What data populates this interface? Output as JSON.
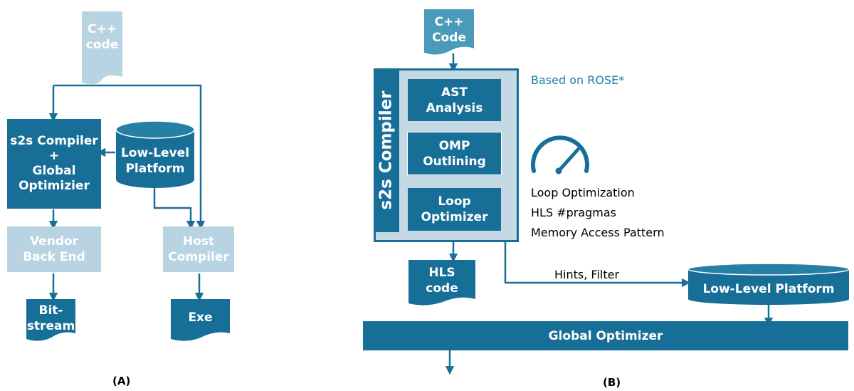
{
  "panel_a": {
    "label": "(A)",
    "cpp_code": "C++\ncode",
    "s2s_box": "s2s Compiler\n+\nGlobal\nOptimizier",
    "low_level": "Low-Level\nPlatform",
    "vendor": "Vendor\nBack End",
    "host": "Host\nCompiler",
    "bitstream": "Bit-\nstream",
    "exe": "Exe"
  },
  "panel_b": {
    "label": "(B)",
    "cpp_code": "C++\nCode",
    "based_on": "Based on ROSE*",
    "s2s_vertical": "s2s Compiler",
    "ast": "AST\nAnalysis",
    "omp": "OMP\nOutlining",
    "loop_optimizer": "Loop\nOptimizer",
    "opt_items": [
      "Loop Optimization",
      "HLS #pragmas",
      "Memory Access Pattern"
    ],
    "hls_code": "HLS\ncode",
    "hints": "Hints, Filter",
    "low_level": "Low-Level Platform",
    "global_optimizer": "Global Optimizer"
  },
  "colors": {
    "dark": "#176f98",
    "light": "#b8d3e1",
    "accent": "#1a7fa3"
  }
}
